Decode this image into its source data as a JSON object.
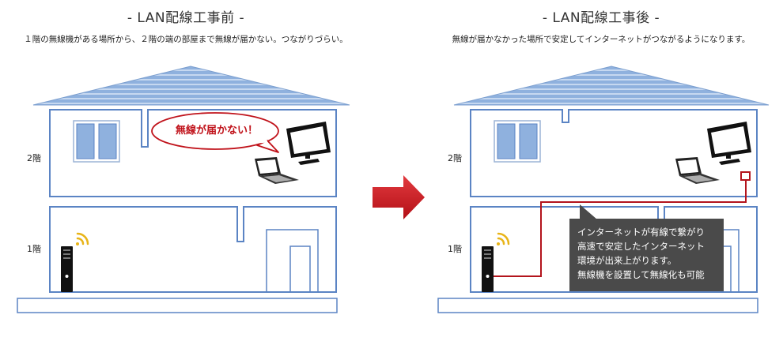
{
  "before": {
    "title": "- LAN配線工事前 -",
    "subtitle": "１階の無線機がある場所から、２階の端の部屋まで無線が届かない。つながりづらい。",
    "floor2_label": "2階",
    "floor1_label": "1階",
    "speech": "無線が届かない！"
  },
  "after": {
    "title": "- LAN配線工事後 -",
    "subtitle": "無線が届かなかった場所で安定してインターネットがつながるようになります。",
    "floor2_label": "2階",
    "floor1_label": "1階",
    "callout_lines": [
      "インターネットが有線で繋がり",
      "高速で安定したインターネット",
      "環境が出来上がります。",
      "無線機を設置して無線化も可能"
    ]
  },
  "colors": {
    "roof": "#8fb1de",
    "wall_line": "#5b84c4",
    "arrow": "#c8141c",
    "lan_cable": "#b3141c",
    "wifi": "#e8b418",
    "callout_bg": "#4a4a4a"
  },
  "icons": [
    "router-icon",
    "wifi-signal-icon",
    "monitor-icon",
    "laptop-icon",
    "lan-port-icon",
    "window-icon",
    "arrow-right-icon"
  ]
}
